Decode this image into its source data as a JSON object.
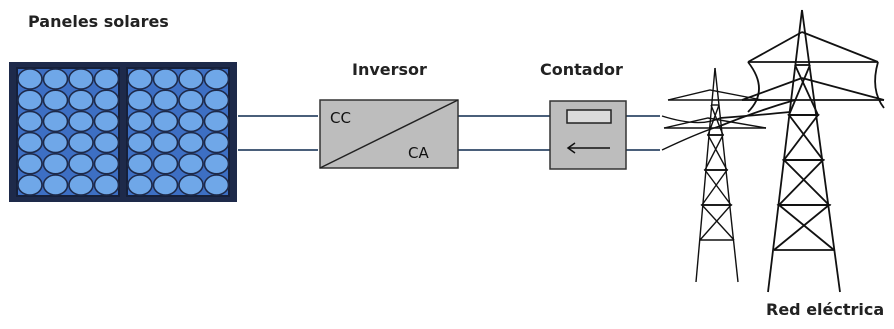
{
  "labels": {
    "solar_panels": "Paneles solares",
    "inverter": "Inversor",
    "meter": "Contador",
    "grid": "Red eléctrica"
  },
  "inverter": {
    "dc": "CC",
    "ac": "CA"
  },
  "colors": {
    "panel_frame": "#1e2a4a",
    "panel_bg": "#3d6fc4",
    "cell": "#6fa7e8",
    "line": "#4a5f7a",
    "box_fill": "#bdbdbd",
    "tower": "#111111"
  }
}
